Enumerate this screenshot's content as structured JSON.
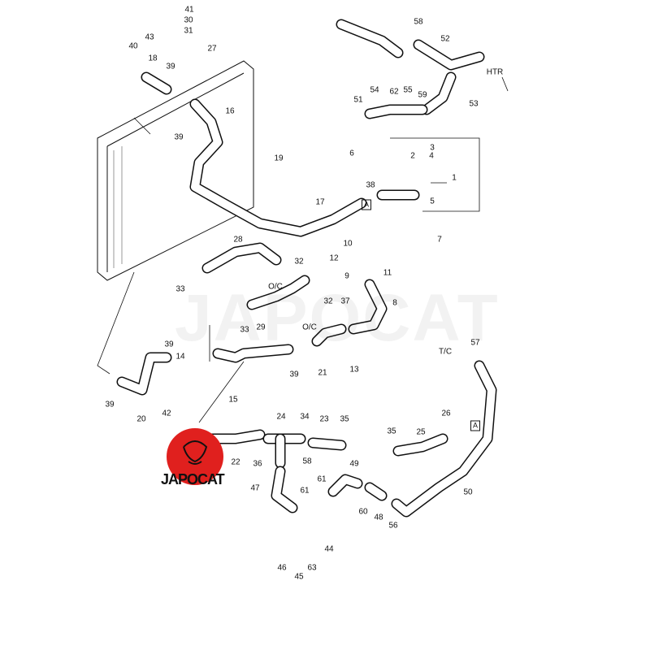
{
  "diagram": {
    "watermark": "JAPOCAT",
    "logo_text": "JAPOCAT",
    "colors": {
      "logo": "#e0201e",
      "line": "#111111"
    },
    "callouts": [
      "41",
      "30",
      "31",
      "43",
      "27",
      "40",
      "18",
      "39",
      "16",
      "39",
      "58",
      "52",
      "HTR",
      "54",
      "62",
      "55",
      "59",
      "51",
      "53",
      "6",
      "3",
      "2",
      "4",
      "1",
      "5",
      "38",
      "A",
      "7",
      "19",
      "17",
      "28",
      "32",
      "O/C",
      "10",
      "12",
      "11",
      "9",
      "33",
      "32",
      "O/C",
      "37",
      "8",
      "29",
      "33",
      "39",
      "14",
      "21",
      "13",
      "57",
      "T/C",
      "39",
      "20",
      "42",
      "15",
      "39",
      "24",
      "34",
      "23",
      "35",
      "35",
      "25",
      "26",
      "A",
      "22",
      "36",
      "58",
      "49",
      "61",
      "47",
      "61",
      "60",
      "48",
      "56",
      "50",
      "44",
      "46",
      "63",
      "45"
    ]
  }
}
